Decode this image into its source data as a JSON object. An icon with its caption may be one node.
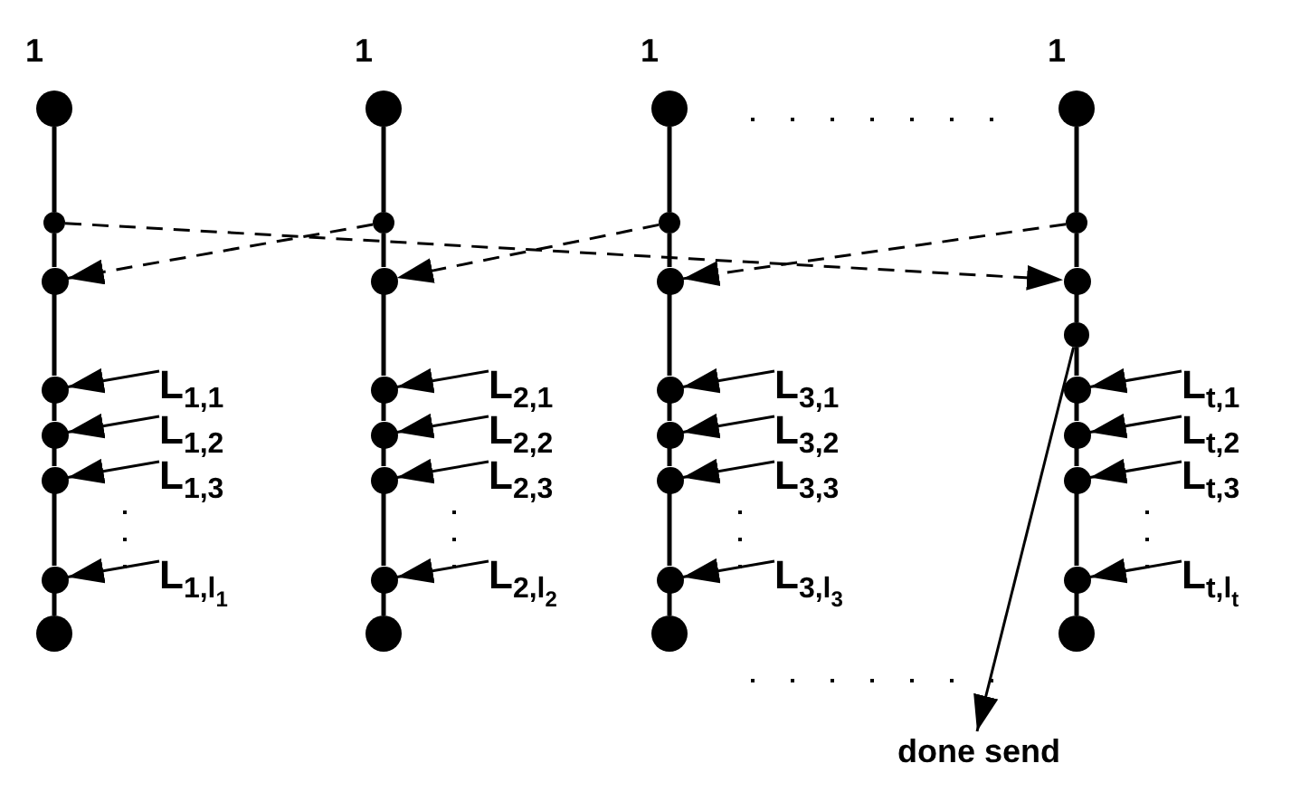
{
  "diagram": {
    "nodes": [
      {
        "text": [],
        "shape": "circle",
        "beside": [
          "1"
        ]
      },
      {
        "text": [],
        "shape": "circle"
      },
      {
        "text": [],
        "shape": "circle"
      },
      {
        "text": [],
        "shape": "circle"
      },
      {
        "text": [],
        "shape": "circle"
      },
      {
        "text": [],
        "shape": "circle"
      },
      {
        "text": [],
        "shape": "circle"
      },
      {
        "text": [],
        "shape": "circle"
      },
      {
        "text": [
          "L$_{1,1}$"
        ]
      },
      {
        "text": [
          "L$_{1,2}$"
        ]
      },
      {
        "text": [
          "L$_{1,3}$"
        ]
      },
      {
        "text": [
          "L$_{1,l}$$_{1}$"
        ]
      },
      {
        "text": [],
        "shape": "circle",
        "beside": [
          "1"
        ]
      },
      {
        "text": [],
        "shape": "circle"
      },
      {
        "text": [],
        "shape": "circle"
      },
      {
        "text": [],
        "shape": "circle"
      },
      {
        "text": [],
        "shape": "circle"
      },
      {
        "text": [],
        "shape": "circle"
      },
      {
        "text": [],
        "shape": "circle"
      },
      {
        "text": [],
        "shape": "circle"
      },
      {
        "text": [
          "L$_{2,1}$"
        ]
      },
      {
        "text": [
          "L$_{2,2}$"
        ]
      },
      {
        "text": [
          "L$_{2,3}$"
        ]
      },
      {
        "text": [
          "L$_{2,l}$$_{2}$"
        ]
      },
      {
        "text": [],
        "shape": "circle",
        "beside": [
          "1"
        ]
      },
      {
        "text": [],
        "shape": "circle"
      },
      {
        "text": [],
        "shape": "circle"
      },
      {
        "text": [],
        "shape": "circle"
      },
      {
        "text": [],
        "shape": "circle"
      },
      {
        "text": [],
        "shape": "circle"
      },
      {
        "text": [],
        "shape": "circle"
      },
      {
        "text": [],
        "shape": "circle"
      },
      {
        "text": [
          "L$_{3,1}$"
        ]
      },
      {
        "text": [
          "L$_{3,2}$"
        ]
      },
      {
        "text": [
          "L$_{3,3}$"
        ]
      },
      {
        "text": [
          "L$_{3,l}$$_{3}$"
        ]
      },
      {
        "text": [],
        "shape": "circle",
        "beside": [
          "1"
        ]
      },
      {
        "text": [],
        "shape": "circle"
      },
      {
        "text": [],
        "shape": "circle"
      },
      {
        "text": [],
        "shape": "circle"
      },
      {
        "text": [],
        "shape": "circle"
      },
      {
        "text": [],
        "shape": "circle"
      },
      {
        "text": [],
        "shape": "circle"
      },
      {
        "text": [],
        "shape": "circle"
      },
      {
        "text": [],
        "shape": "circle"
      },
      {
        "text": [
          "L$_{t,1}$"
        ]
      },
      {
        "text": [
          "L$_{t,2}$"
        ]
      },
      {
        "text": [
          "L$_{t,3}$"
        ]
      },
      {
        "text": [
          "L$_{t,l}$$_{t}$"
        ]
      },
      {
        "text": [
          "done send"
        ]
      }
    ],
    "edges": [
      {
        "from": 0,
        "to": 1,
        "arrow": "none"
      },
      {
        "from": 1,
        "to": 2,
        "arrow": "none"
      },
      {
        "from": 2,
        "to": 3,
        "arrow": "none"
      },
      {
        "from": 3,
        "to": 4,
        "arrow": "none"
      },
      {
        "from": 4,
        "to": 5,
        "arrow": "none"
      },
      {
        "from": 5,
        "to": 6,
        "arrow": "none"
      },
      {
        "from": 6,
        "to": 7,
        "arrow": "none"
      },
      {
        "from": 12,
        "to": 13,
        "arrow": "none"
      },
      {
        "from": 13,
        "to": 14,
        "arrow": "none"
      },
      {
        "from": 14,
        "to": 15,
        "arrow": "none"
      },
      {
        "from": 15,
        "to": 16,
        "arrow": "none"
      },
      {
        "from": 16,
        "to": 17,
        "arrow": "none"
      },
      {
        "from": 17,
        "to": 18,
        "arrow": "none"
      },
      {
        "from": 18,
        "to": 19,
        "arrow": "none"
      },
      {
        "from": 24,
        "to": 25,
        "arrow": "none"
      },
      {
        "from": 25,
        "to": 26,
        "arrow": "none"
      },
      {
        "from": 26,
        "to": 27,
        "arrow": "none"
      },
      {
        "from": 27,
        "to": 28,
        "arrow": "none"
      },
      {
        "from": 28,
        "to": 29,
        "arrow": "none"
      },
      {
        "from": 29,
        "to": 30,
        "arrow": "none"
      },
      {
        "from": 30,
        "to": 31,
        "arrow": "none"
      },
      {
        "from": 36,
        "to": 37,
        "arrow": "none"
      },
      {
        "from": 37,
        "to": 38,
        "arrow": "none"
      },
      {
        "from": 38,
        "to": 39,
        "arrow": "none"
      },
      {
        "from": 39,
        "to": 40,
        "arrow": "none"
      },
      {
        "from": 40,
        "to": 41,
        "arrow": "none"
      },
      {
        "from": 41,
        "to": 42,
        "arrow": "none"
      },
      {
        "from": 42,
        "to": 43,
        "arrow": "none"
      },
      {
        "from": 43,
        "to": 44,
        "arrow": "none"
      },
      {
        "from": 1,
        "to": 38,
        "arrow": "to",
        "style": "dashed"
      },
      {
        "from": 37,
        "to": 26,
        "arrow": "to",
        "style": "dashed"
      },
      {
        "from": 25,
        "to": 14,
        "arrow": "to",
        "style": "dashed"
      },
      {
        "from": 13,
        "to": 2,
        "arrow": "to",
        "style": "dashed"
      },
      {
        "from": 8,
        "to": 3,
        "arrow": "to"
      },
      {
        "from": 9,
        "to": 4,
        "arrow": "to"
      },
      {
        "from": 10,
        "to": 5,
        "arrow": "to"
      },
      {
        "from": 11,
        "to": 6,
        "arrow": "to"
      },
      {
        "from": 20,
        "to": 15,
        "arrow": "to"
      },
      {
        "from": 21,
        "to": 16,
        "arrow": "to"
      },
      {
        "from": 22,
        "to": 17,
        "arrow": "to"
      },
      {
        "from": 23,
        "to": 18,
        "arrow": "to"
      },
      {
        "from": 32,
        "to": 27,
        "arrow": "to"
      },
      {
        "from": 33,
        "to": 28,
        "arrow": "to"
      },
      {
        "from": 34,
        "to": 29,
        "arrow": "to"
      },
      {
        "from": 35,
        "to": 30,
        "arrow": "to"
      },
      {
        "from": 45,
        "to": 40,
        "arrow": "to"
      },
      {
        "from": 46,
        "to": 41,
        "arrow": "to"
      },
      {
        "from": 47,
        "to": 42,
        "arrow": "to"
      },
      {
        "from": 48,
        "to": 43,
        "arrow": "to"
      },
      {
        "from": 39,
        "to": 49,
        "arrow": "to"
      }
    ]
  }
}
